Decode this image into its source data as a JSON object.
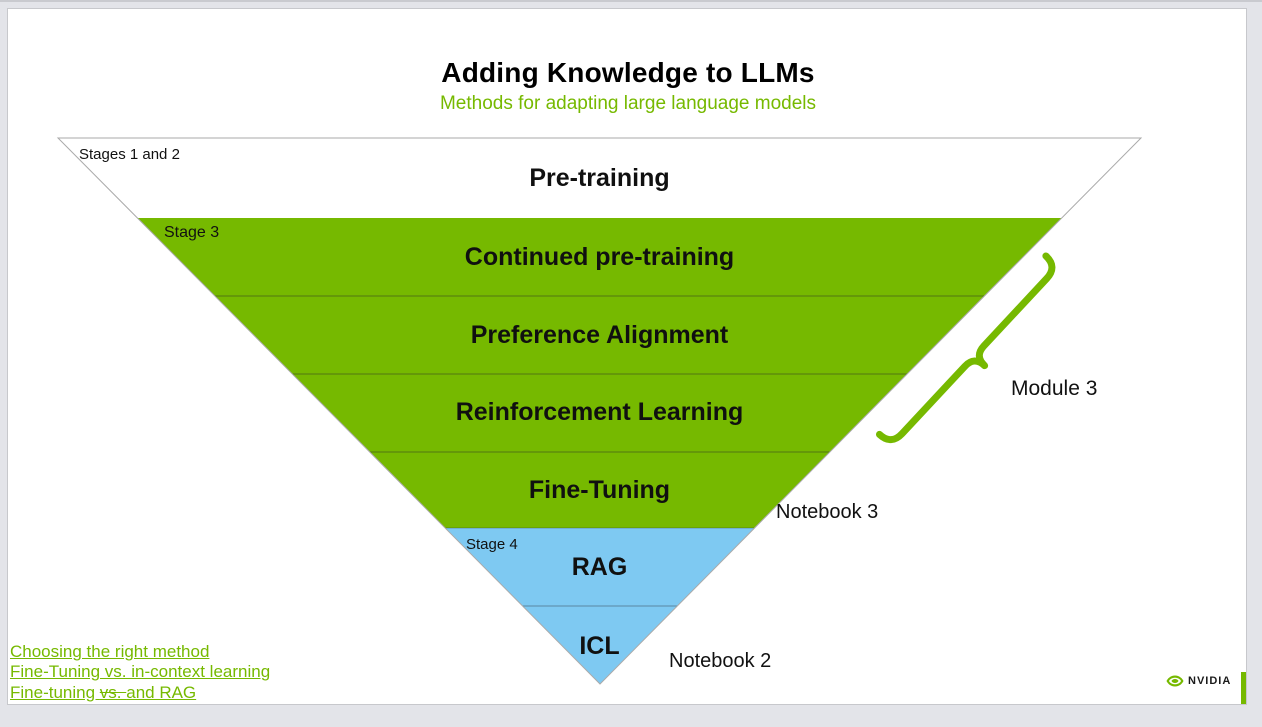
{
  "slide": {
    "title": "Adding Knowledge to LLMs",
    "subtitle": "Methods for adapting large language models"
  },
  "funnel": {
    "stage_labels": {
      "stages_1_2": "Stages 1 and 2",
      "stage_3": "Stage 3",
      "stage_4": "Stage 4"
    },
    "layers": [
      {
        "label": "Pre-training",
        "color": "#ffffff"
      },
      {
        "label": "Continued pre-training",
        "color": "#76b900"
      },
      {
        "label": "Preference Alignment",
        "color": "#76b900"
      },
      {
        "label": "Reinforcement Learning",
        "color": "#76b900"
      },
      {
        "label": "Fine-Tuning",
        "color": "#76b900"
      },
      {
        "label": "RAG",
        "color": "#7ec9f2"
      },
      {
        "label": "ICL",
        "color": "#7ec9f2"
      }
    ]
  },
  "annotations": {
    "module": "Module 3",
    "notebook_3": "Notebook 3",
    "notebook_2": "Notebook 2"
  },
  "links": [
    {
      "text": "Choosing the right method"
    },
    {
      "text": "Fine-Tuning vs. in-context learning"
    },
    {
      "pre": "Fine-tuning ",
      "struck": "vs. ",
      "post": "and RAG"
    }
  ],
  "footer": {
    "brand": "NVIDIA"
  },
  "colors": {
    "nvidia_green": "#76b900",
    "funnel_blue": "#7ec9f2",
    "link_green": "#76b900",
    "background_gray": "#e3e4e9"
  }
}
